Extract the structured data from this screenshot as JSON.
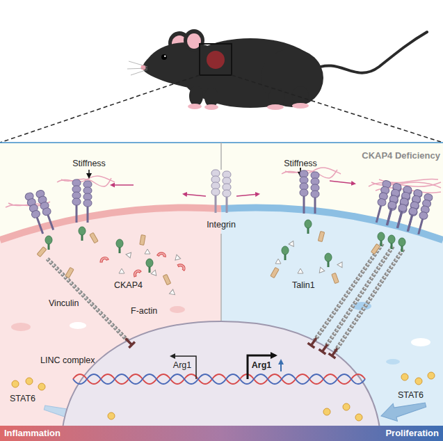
{
  "diagram": {
    "nodes": [
      {
        "text": [
          "Arg1",
          "Arg1"
        ]
      },
      {
        "text": [
          "Inflammation",
          "Proliferation"
        ]
      }
    ],
    "labels": [
      "CKAP4 Deficiency",
      "Stiffness",
      "Stiffness",
      "Integrin",
      "CKAP4",
      "Vinculin",
      "F-actin",
      "Talin1",
      "LINC complex",
      "STAT6",
      "STAT6"
    ]
  }
}
